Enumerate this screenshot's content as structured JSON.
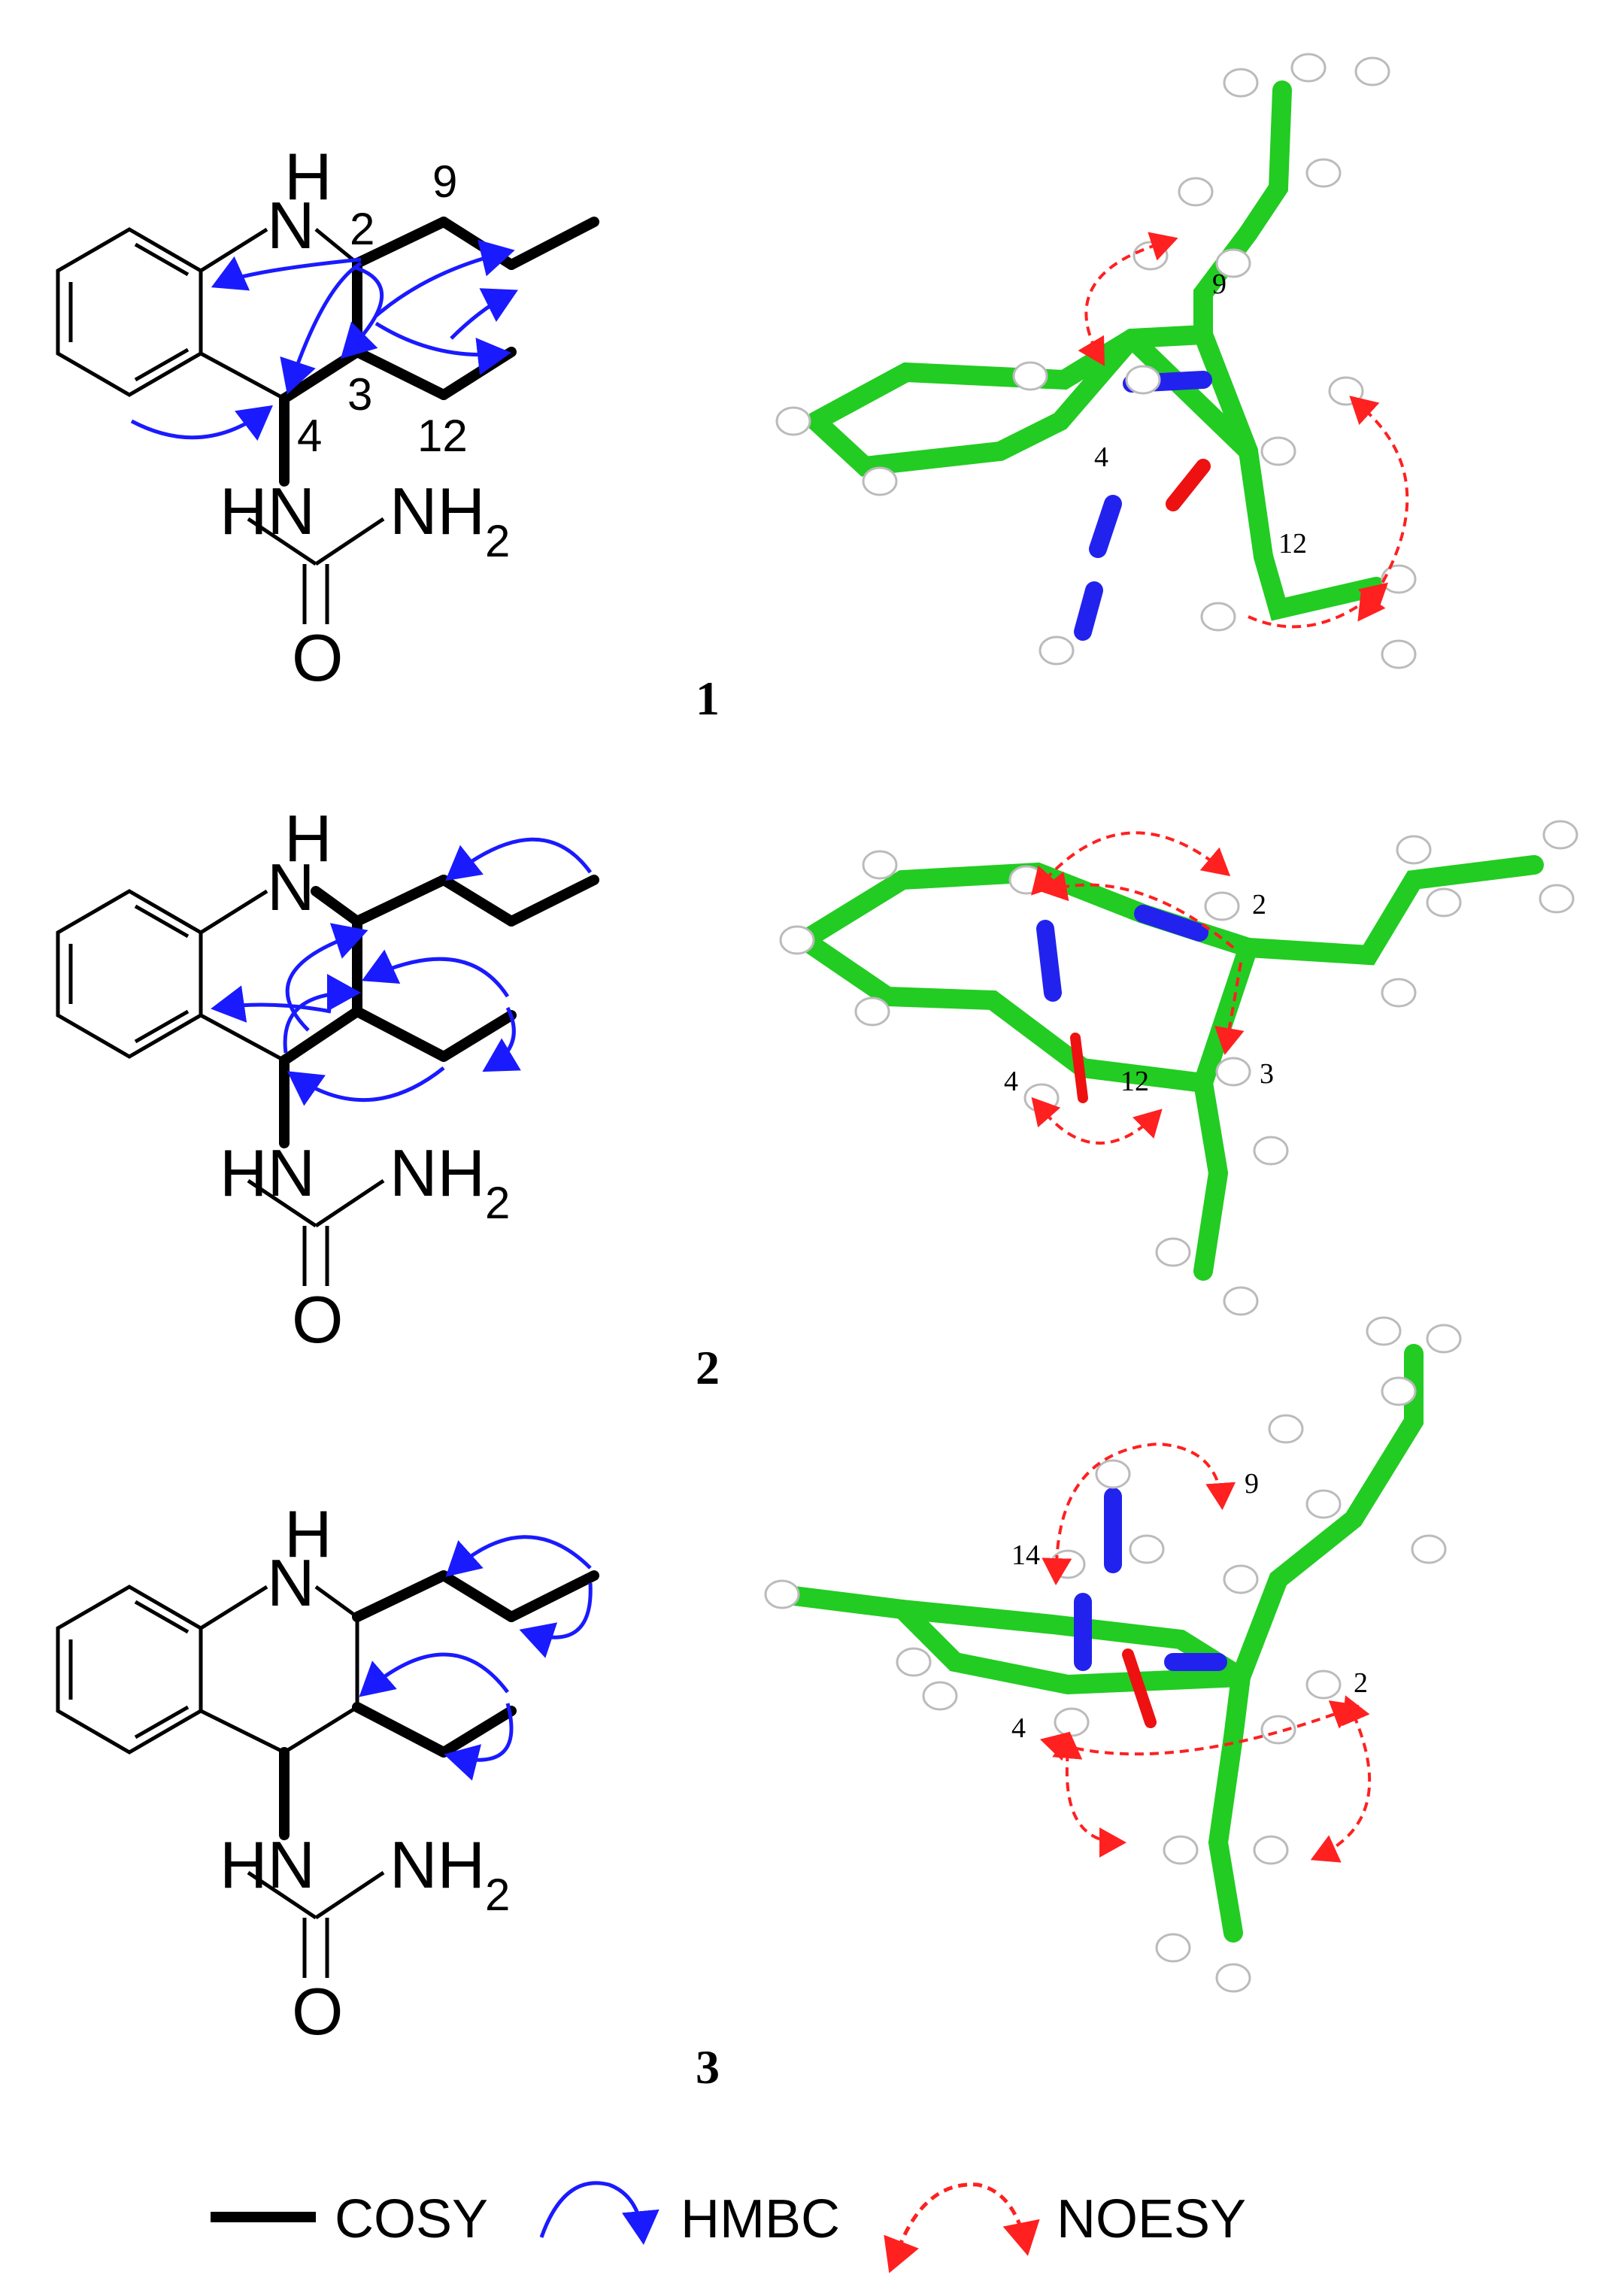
{
  "compounds": [
    {
      "label": "1",
      "atoms": {
        "nh_h": "H",
        "nh_n": "N",
        "hn": "HN",
        "nh2": "NH",
        "nh2_sub": "2",
        "o": "O"
      },
      "locants": [
        "9",
        "2",
        "3",
        "4",
        "12"
      ],
      "model_locants": [
        "9",
        "4",
        "12"
      ]
    },
    {
      "label": "2",
      "atoms": {
        "nh_h": "H",
        "nh_n": "N",
        "hn": "HN",
        "nh2": "NH",
        "nh2_sub": "2",
        "o": "O"
      },
      "model_locants": [
        "2",
        "4",
        "12",
        "3"
      ]
    },
    {
      "label": "3",
      "atoms": {
        "nh_h": "H",
        "nh_n": "N",
        "hn": "HN",
        "nh2": "NH",
        "nh2_sub": "2",
        "o": "O"
      },
      "model_locants": [
        "9",
        "14",
        "2",
        "4"
      ]
    }
  ],
  "legend": {
    "cosy": "COSY",
    "hmbc": "HMBC",
    "noesy": "NOESY"
  },
  "colors": {
    "cosy": "#000000",
    "hmbc": "#1a1aff",
    "noesy": "#ff2020",
    "carbon": "#22cc22",
    "nitrogen": "#2222ee",
    "oxygen": "#ee1111",
    "hydrogen": "#ffffff"
  }
}
